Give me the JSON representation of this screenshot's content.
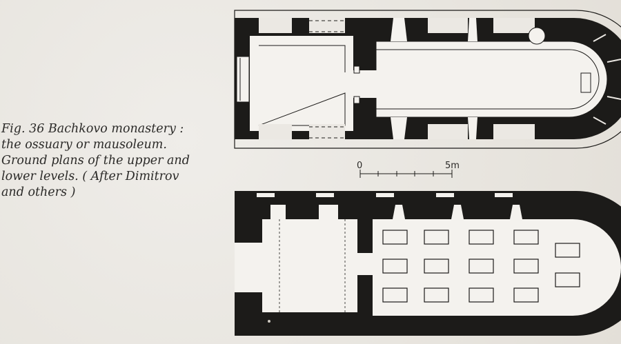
{
  "caption": {
    "lines": [
      "Fig. 36  Bachkovo monastery :",
      "the ossuary or mausoleum.",
      "Ground plans of the upper and",
      "lower levels. ( After Dimitrov",
      "and others )"
    ]
  },
  "scale_bar": {
    "start_label": "0",
    "end_label": "5m"
  },
  "colors": {
    "wall": "#1c1b19",
    "paper": "#ebe8e3",
    "room": "#f4f2ee"
  }
}
